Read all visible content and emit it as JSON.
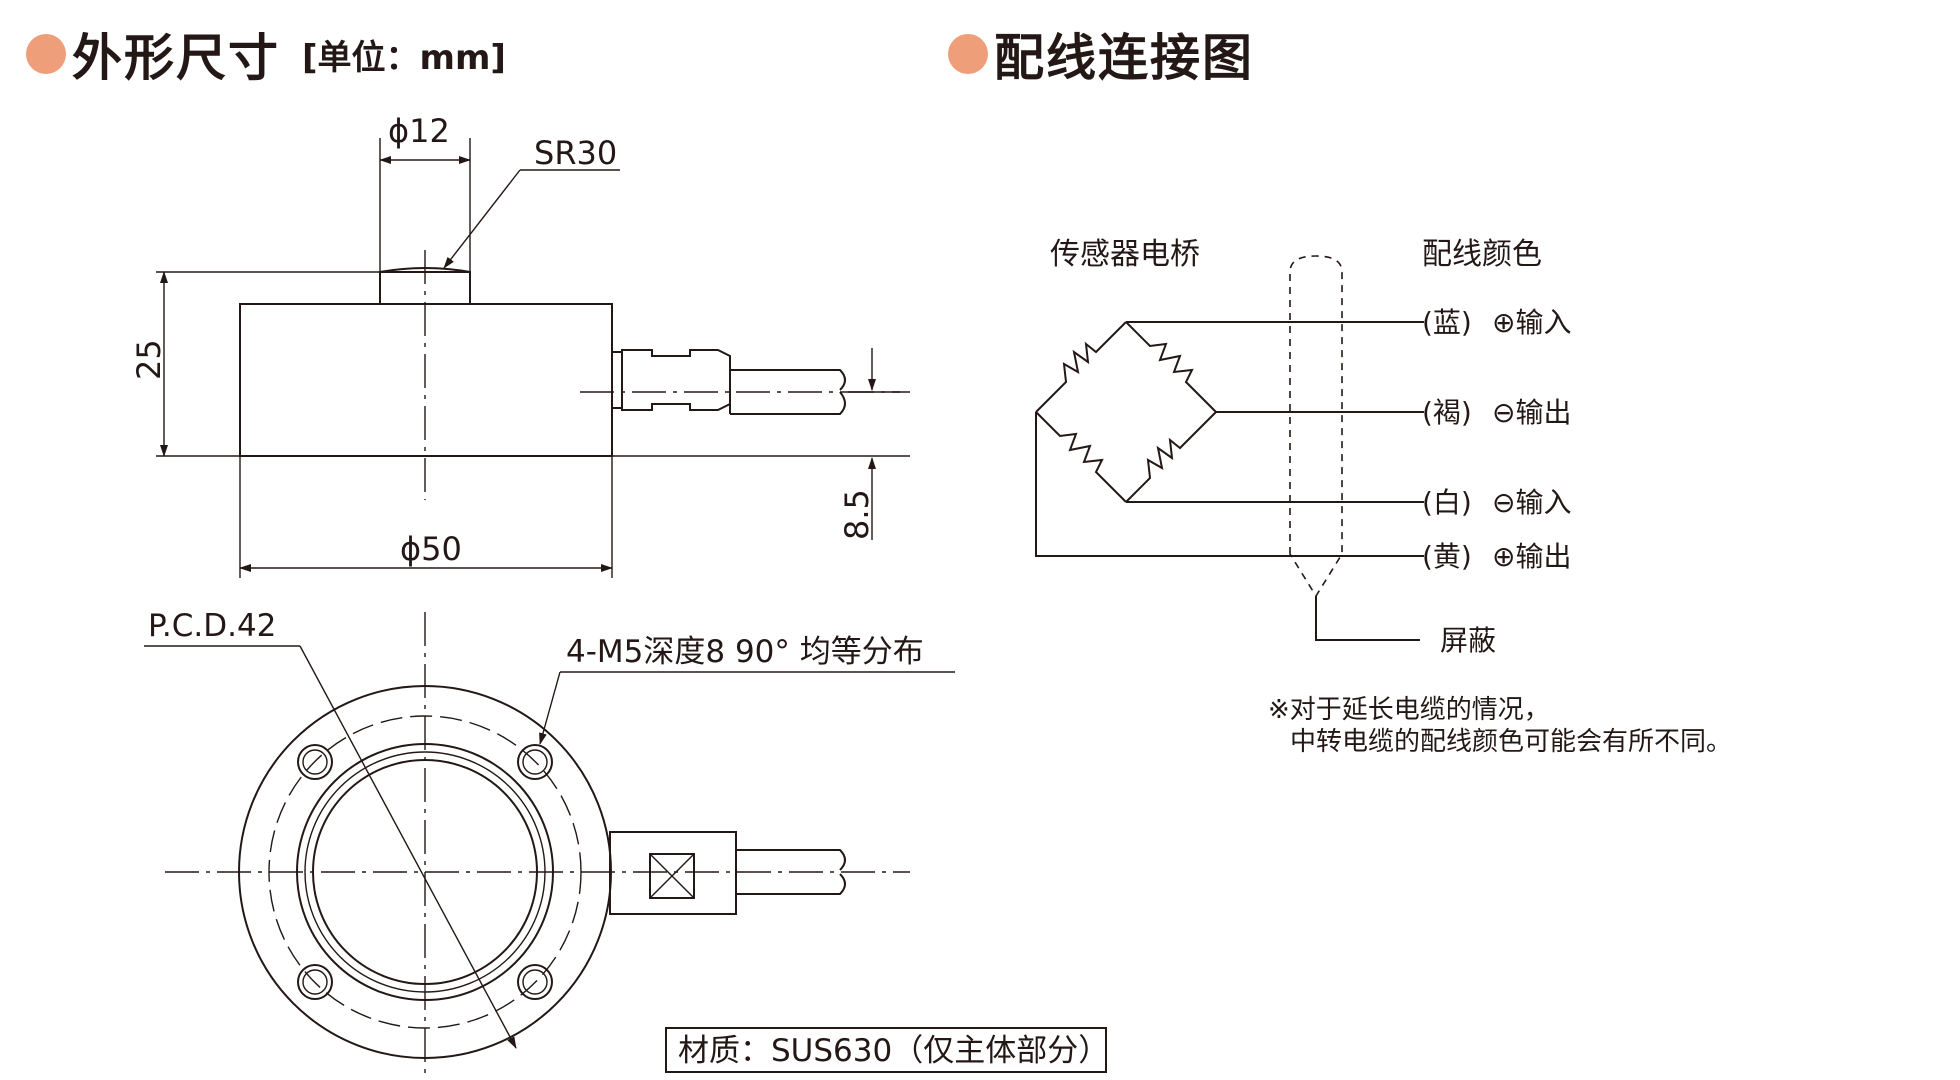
{
  "sections": {
    "dimensions": {
      "title": "外形尺寸",
      "unit": "[单位：mm]"
    },
    "wiring": {
      "title": "配线连接图"
    }
  },
  "dimension_labels": {
    "top_dia": "ϕ12",
    "sphere_radius": "SR30",
    "height": "25",
    "cable_offset": "8.5",
    "body_dia": "ϕ50",
    "pcd": "P.C.D.42",
    "holes": "4-M5深度8  90°  均等分布",
    "material": "材质：SUS630（仅主体部分）"
  },
  "wiring": {
    "bridge_label": "传感器电桥",
    "color_header": "配线颜色",
    "wires": [
      {
        "color": "(蓝)",
        "signal": "⊕输入"
      },
      {
        "color": "(褐)",
        "signal": "⊖输出"
      },
      {
        "color": "(白)",
        "signal": "⊖输入"
      },
      {
        "color": "(黄)",
        "signal": "⊕输出"
      }
    ],
    "shield_label": "屏蔽",
    "note_line1": "※对于延长电缆的情况，",
    "note_line2": "中转电缆的配线颜色可能会有所不同。"
  },
  "colors": {
    "bullet": "#ee9e78",
    "ink": "#231815"
  }
}
